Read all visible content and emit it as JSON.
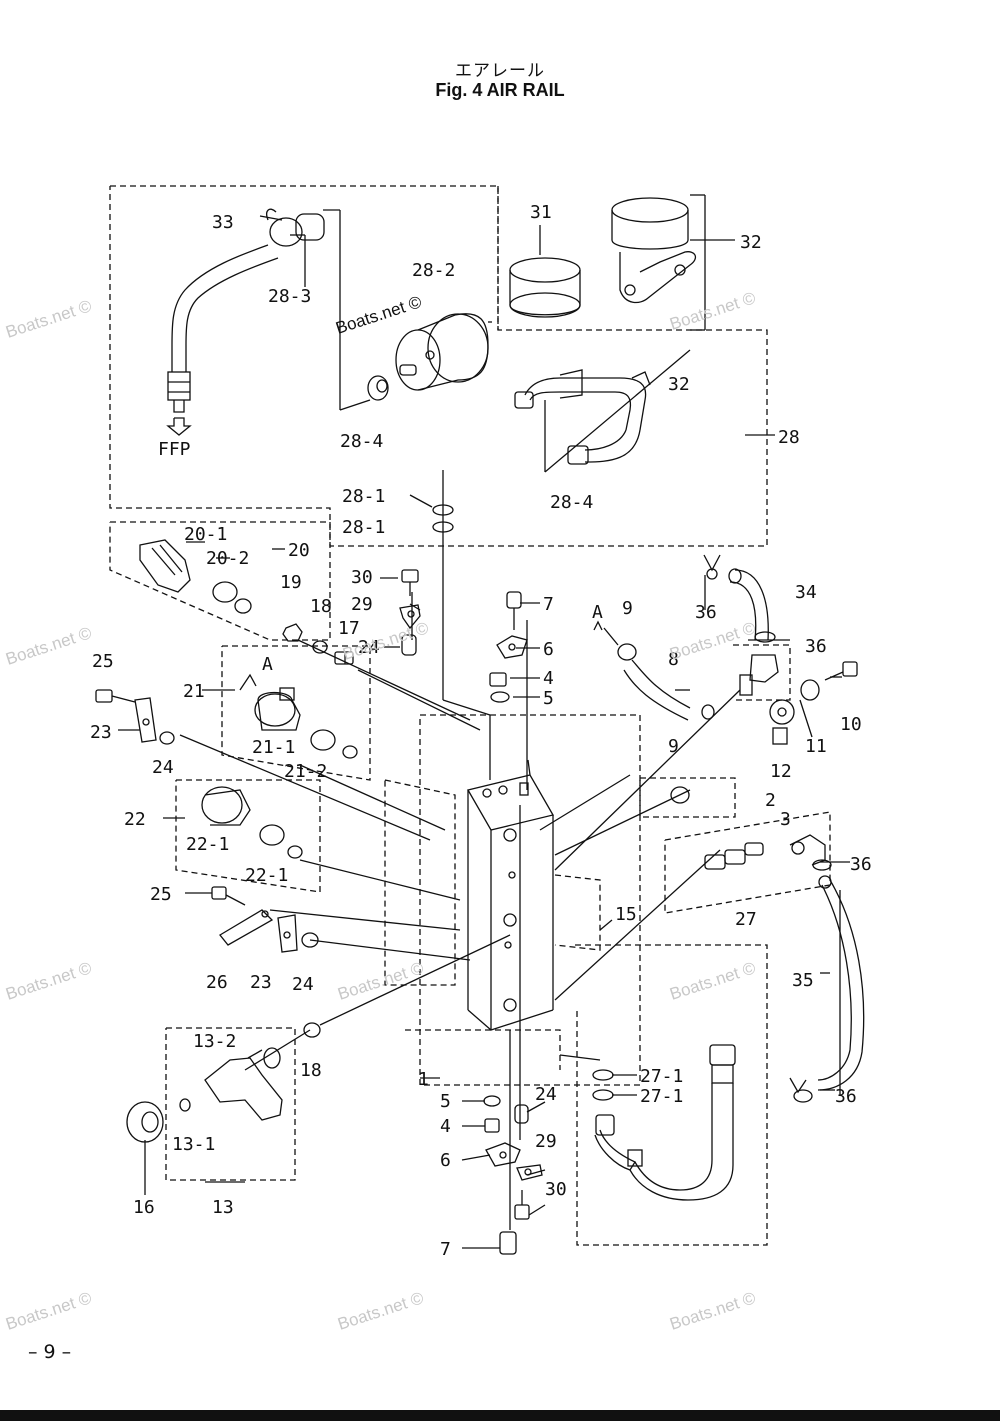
{
  "title": {
    "jp": "エアレール",
    "en": "Fig. 4    AIR RAIL"
  },
  "page_number": "– 9 –",
  "watermark_text": "Boats.net ©",
  "labels": {
    "l33": "33",
    "l28_3": "28-3",
    "l28_2": "28-2",
    "l28_4a": "28-4",
    "lFFP": "FFP",
    "l31": "31",
    "l32a": "32",
    "l32b": "32",
    "l28": "28",
    "l28_4b": "28-4",
    "l28_1a": "28-1",
    "l28_1b": "28-1",
    "l20_1": "20-1",
    "l20_2": "20-2",
    "l20": "20",
    "l30a": "30",
    "l29a": "29",
    "l19": "19",
    "l18a": "18",
    "l17": "17",
    "l24a": "24",
    "l7a": "7",
    "l6a": "6",
    "l4a": "4",
    "l5a": "5",
    "lA1": "A",
    "l9a": "9",
    "l8": "8",
    "l36a": "36",
    "l34": "34",
    "l36b": "36",
    "l10": "10",
    "l11": "11",
    "l12": "12",
    "l25a": "25",
    "l21": "21",
    "lA2": "A",
    "l23a": "23",
    "l24b": "24",
    "l21_1": "21-1",
    "l21_2": "21-2",
    "l22": "22",
    "l22_1a": "22-1",
    "l22_1b": "22-1",
    "l9b": "9",
    "l2": "2",
    "l3": "3",
    "l36c": "36",
    "l25b": "25",
    "l15": "15",
    "l27": "27",
    "l26": "26",
    "l23b": "23",
    "l24c": "24",
    "l35": "35",
    "l13_2": "13-2",
    "l18b": "18",
    "l1": "1",
    "l27_1a": "27-1",
    "l27_1b": "27-1",
    "l36d": "36",
    "l5b": "5",
    "l24d": "24",
    "l4b": "4",
    "l13_1": "13-1",
    "l29b": "29",
    "l6b": "6",
    "l30b": "30",
    "l16": "16",
    "l13": "13",
    "l7b": "7"
  }
}
